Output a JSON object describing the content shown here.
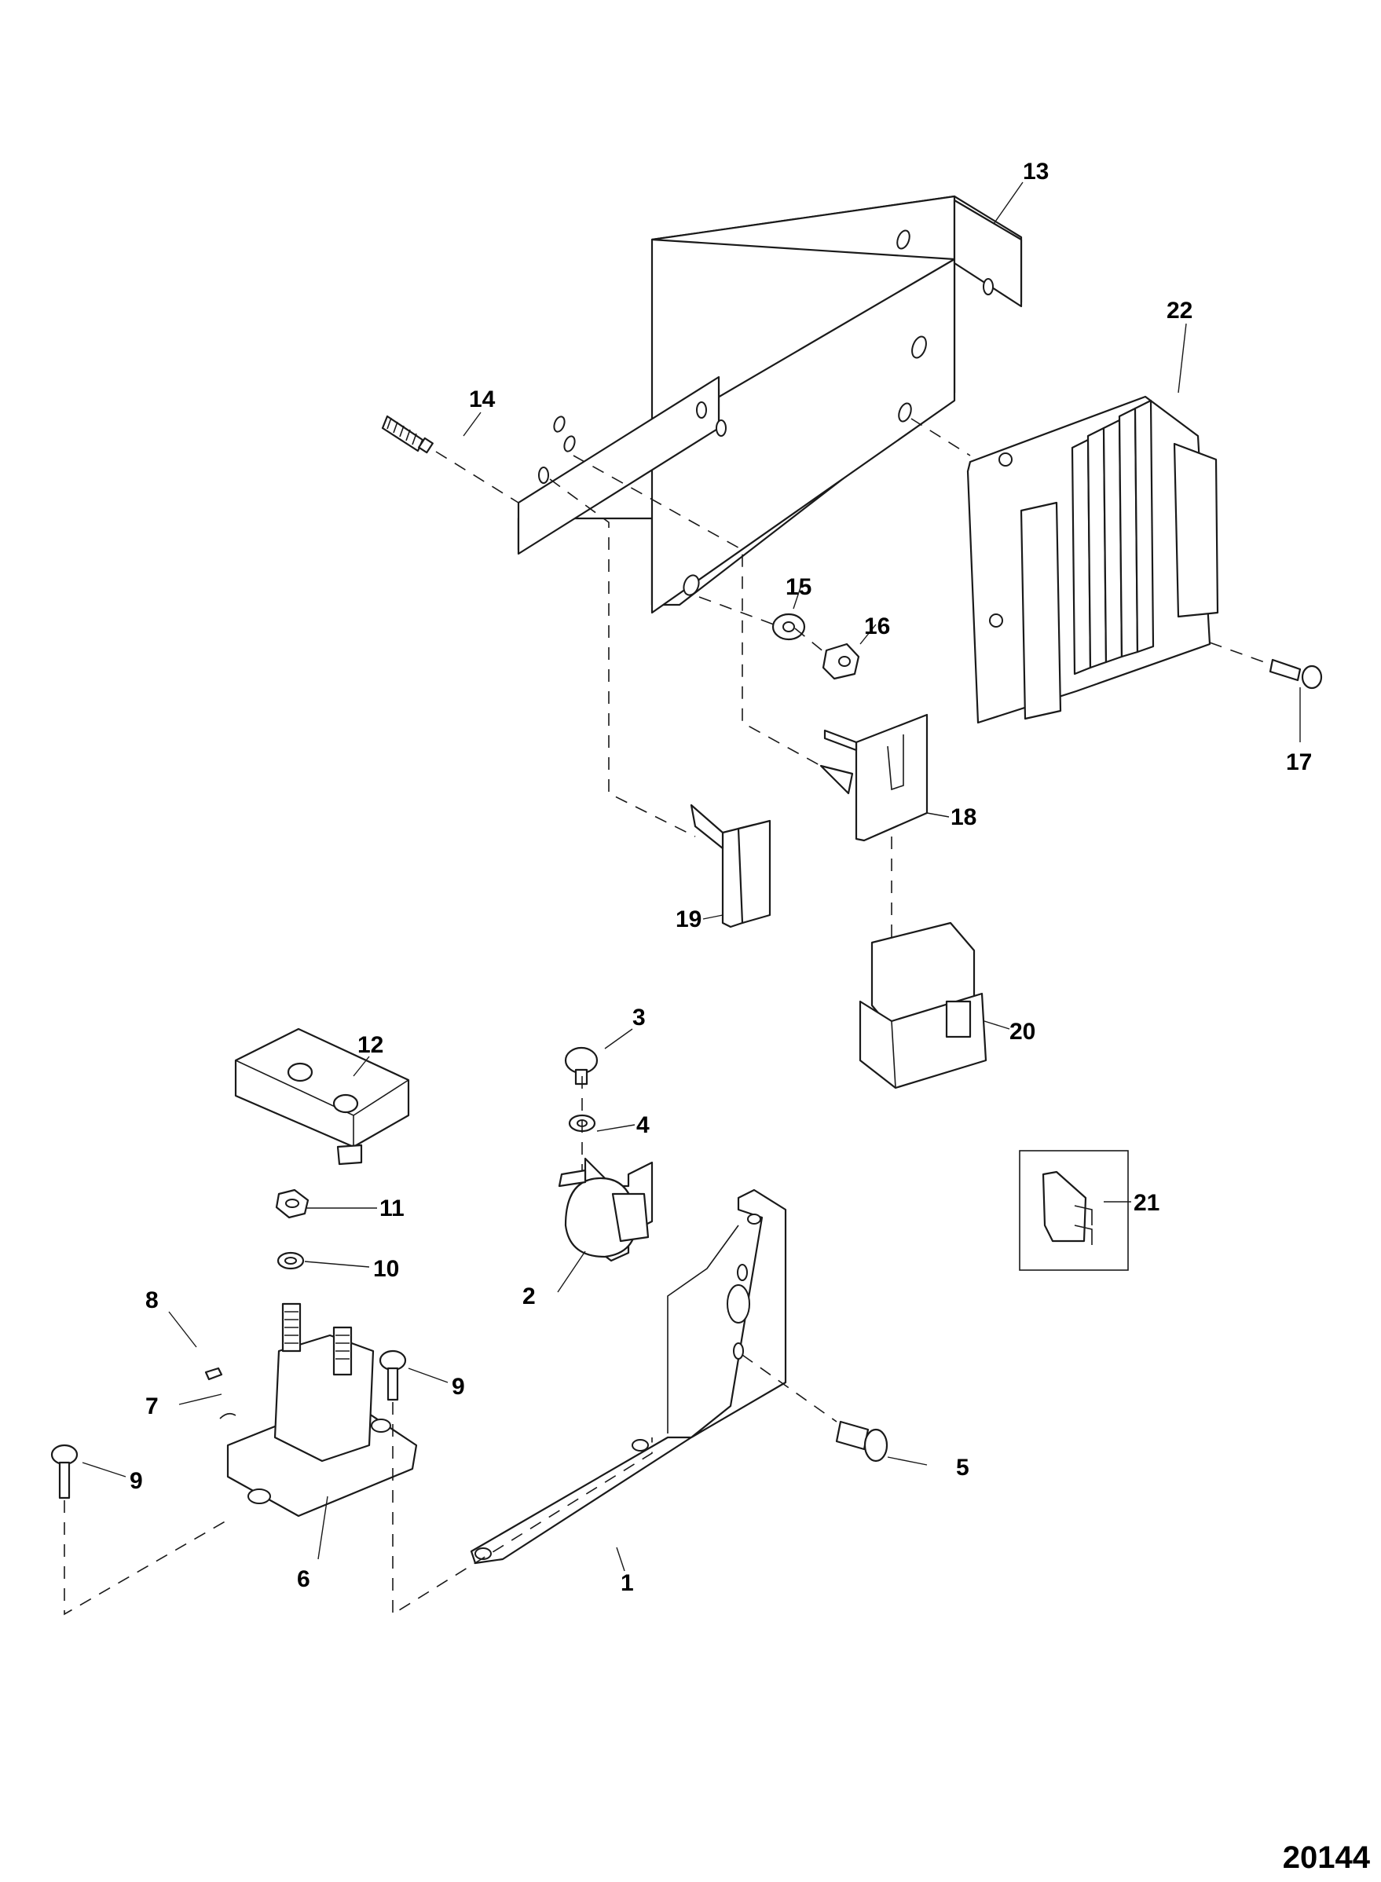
{
  "diagram": {
    "type": "exploded-parts-diagram",
    "figure_number": "20144",
    "callouts": [
      {
        "id": "1",
        "part": "mounting-bracket-lower"
      },
      {
        "id": "2",
        "part": "switch"
      },
      {
        "id": "3",
        "part": "screw-hex-flange"
      },
      {
        "id": "4",
        "part": "lock-washer"
      },
      {
        "id": "5",
        "part": "screw-pan-head"
      },
      {
        "id": "6",
        "part": "solenoid"
      },
      {
        "id": "7",
        "part": "lock-washer-small"
      },
      {
        "id": "8",
        "part": "nut-small"
      },
      {
        "id": "9",
        "part": "screw-hex"
      },
      {
        "id": "10",
        "part": "lock-washer"
      },
      {
        "id": "11",
        "part": "hex-nut"
      },
      {
        "id": "12",
        "part": "terminal-cover"
      },
      {
        "id": "13",
        "part": "mounting-bracket-upper"
      },
      {
        "id": "14",
        "part": "stud"
      },
      {
        "id": "15",
        "part": "flat-washer"
      },
      {
        "id": "16",
        "part": "lock-nut"
      },
      {
        "id": "17",
        "part": "screw-hex"
      },
      {
        "id": "18",
        "part": "relay-holder"
      },
      {
        "id": "19",
        "part": "fuse-holder"
      },
      {
        "id": "20",
        "part": "relay"
      },
      {
        "id": "21",
        "part": "fuse"
      },
      {
        "id": "22",
        "part": "electronic-control-module"
      }
    ]
  }
}
